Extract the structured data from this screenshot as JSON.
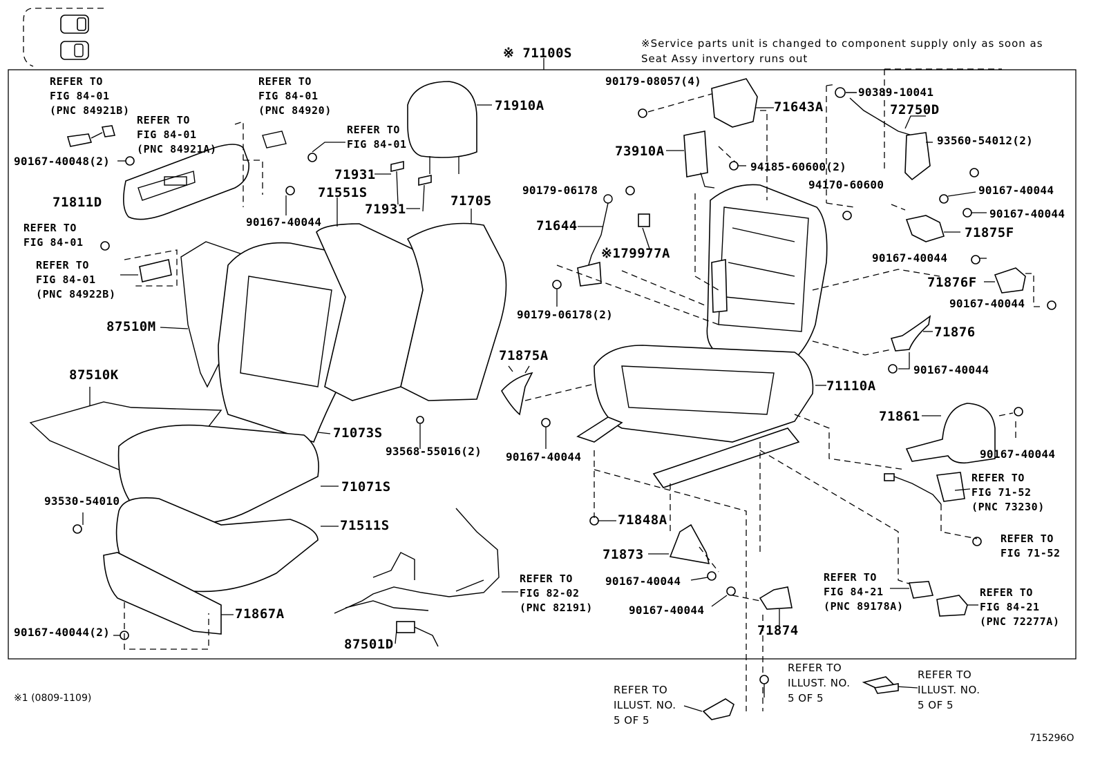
{
  "header": {
    "service_note_line1": "※Service parts unit is changed to component supply only as soon as",
    "service_note_line2": "Seat Assy invertory runs out",
    "assy_part": "※ 71100S"
  },
  "icons": {
    "seat_left": "seat-side-icon",
    "seat_right": "seat-side-icon"
  },
  "parts": {
    "p71910A": "71910A",
    "p71931a": "71931",
    "p71931b": "71931",
    "p71551S": "71551S",
    "p71705": "71705",
    "p71811D": "71811D",
    "p87510M": "87510M",
    "p87510K": "87510K",
    "p71073S": "71073S",
    "p71071S": "71071S",
    "p71511S": "71511S",
    "p71867A": "71867A",
    "p87501D": "87501D",
    "p90167_40048": "90167-40048(2)",
    "p90167_40044_a": "90167-40044",
    "p93530_54010": "93530-54010",
    "p90167_40044_2": "90167-40044(2)",
    "p93568_55016": "93568-55016(2)",
    "p90179_08057": "90179-08057(4)",
    "p71643A": "71643A",
    "p73910A": "73910A",
    "p94185_60600": "94185-60600(2)",
    "p90179_06178": "90179-06178",
    "p71644": "71644",
    "p79977A": "※179977A",
    "p90179_06178_2": "90179-06178(2)",
    "p71875A": "71875A",
    "p90167_40044_b": "90167-40044",
    "p71110A": "71110A",
    "p71848A": "71848A",
    "p71873": "71873",
    "p90167_40044_c": "90167-40044",
    "p90167_40044_d": "90167-40044",
    "p71874": "71874",
    "p90389_10041": "90389-10041",
    "p72750D": "72750D",
    "p93560_54012": "93560-54012(2)",
    "p94170_60600": "94170-60600",
    "p90167_40044_e": "90167-40044",
    "p90167_40044_f": "90167-40044",
    "p71875F": "71875F",
    "p90167_40044_g": "90167-40044",
    "p71876F": "71876F",
    "p90167_40044_h": "90167-40044",
    "p71876": "71876",
    "p90167_40044_i": "90167-40044",
    "p71861": "71861",
    "p90167_40044_j": "90167-40044"
  },
  "refs": {
    "r1": {
      "l1": "REFER TO",
      "l2": "FIG 84-01",
      "l3": "(PNC 84921B)"
    },
    "r2": {
      "l1": "REFER TO",
      "l2": "FIG 84-01",
      "l3": "(PNC 84921A)"
    },
    "r3": {
      "l1": "REFER TO",
      "l2": "FIG 84-01",
      "l3": "(PNC 84920)"
    },
    "r4": {
      "l1": "REFER TO",
      "l2": "FIG 84-01"
    },
    "r5": {
      "l1": "REFER TO",
      "l2": "FIG 84-01"
    },
    "r6": {
      "l1": "REFER TO",
      "l2": "FIG 84-01",
      "l3": "(PNC 84922B)"
    },
    "r7": {
      "l1": "REFER TO",
      "l2": "FIG 82-02",
      "l3": "(PNC 82191)"
    },
    "r8": {
      "l1": "REFER TO",
      "l2": "FIG 71-52",
      "l3": "(PNC 73230)"
    },
    "r9": {
      "l1": "REFER TO",
      "l2": "FIG 71-52"
    },
    "r10": {
      "l1": "REFER TO",
      "l2": "FIG 84-21",
      "l3": "(PNC 89178A)"
    },
    "r11": {
      "l1": "REFER TO",
      "l2": "FIG 84-21",
      "l3": "(PNC 72277A)"
    },
    "r12": {
      "l1": "REFER TO",
      "l2": "ILLUST. NO.",
      "l3": "5 OF 5"
    },
    "r13": {
      "l1": "REFER TO",
      "l2": "ILLUST. NO.",
      "l3": "5 OF 5"
    },
    "r14": {
      "l1": "REFER TO",
      "l2": "ILLUST. NO.",
      "l3": "5 OF 5"
    }
  },
  "footer": {
    "footnote": "※1 (0809-1109)",
    "illustration_no": "715296O"
  }
}
